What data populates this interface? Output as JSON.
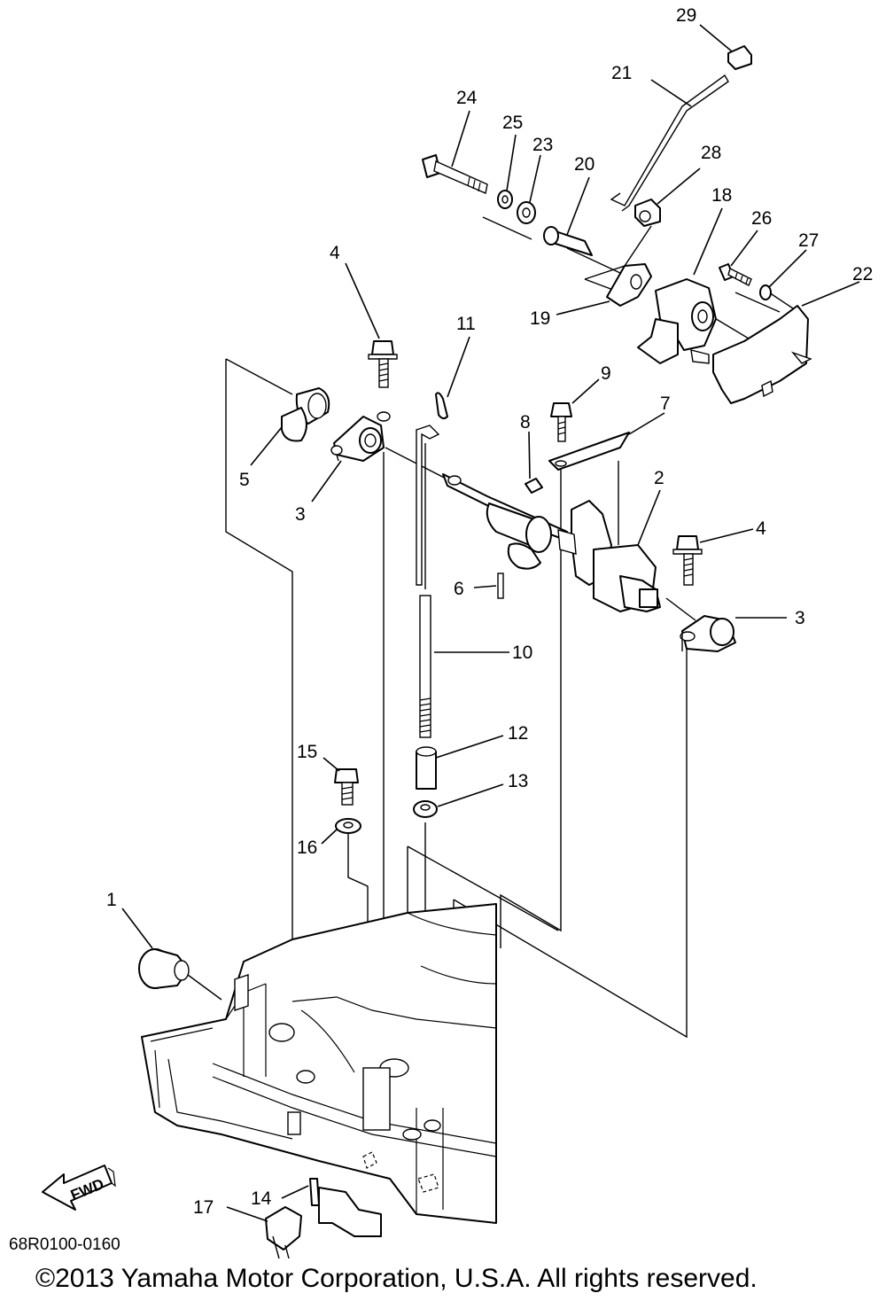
{
  "callouts": {
    "c1": "1",
    "c2": "2",
    "c3a": "3",
    "c3b": "3",
    "c4a": "4",
    "c4b": "4",
    "c5": "5",
    "c6": "6",
    "c7": "7",
    "c8": "8",
    "c9": "9",
    "c10": "10",
    "c11": "11",
    "c12": "12",
    "c13": "13",
    "c14": "14",
    "c15": "15",
    "c16": "16",
    "c17": "17",
    "c18": "18",
    "c19": "19",
    "c20": "20",
    "c21": "21",
    "c22": "22",
    "c23": "23",
    "c24": "24",
    "c25": "25",
    "c26": "26",
    "c27": "27",
    "c28": "28",
    "c29": "29"
  },
  "fwd_label": "FWD",
  "diagram_code": "68R0100-0160",
  "copyright": "©2013 Yamaha Motor Corporation, U.S.A. All rights reserved."
}
